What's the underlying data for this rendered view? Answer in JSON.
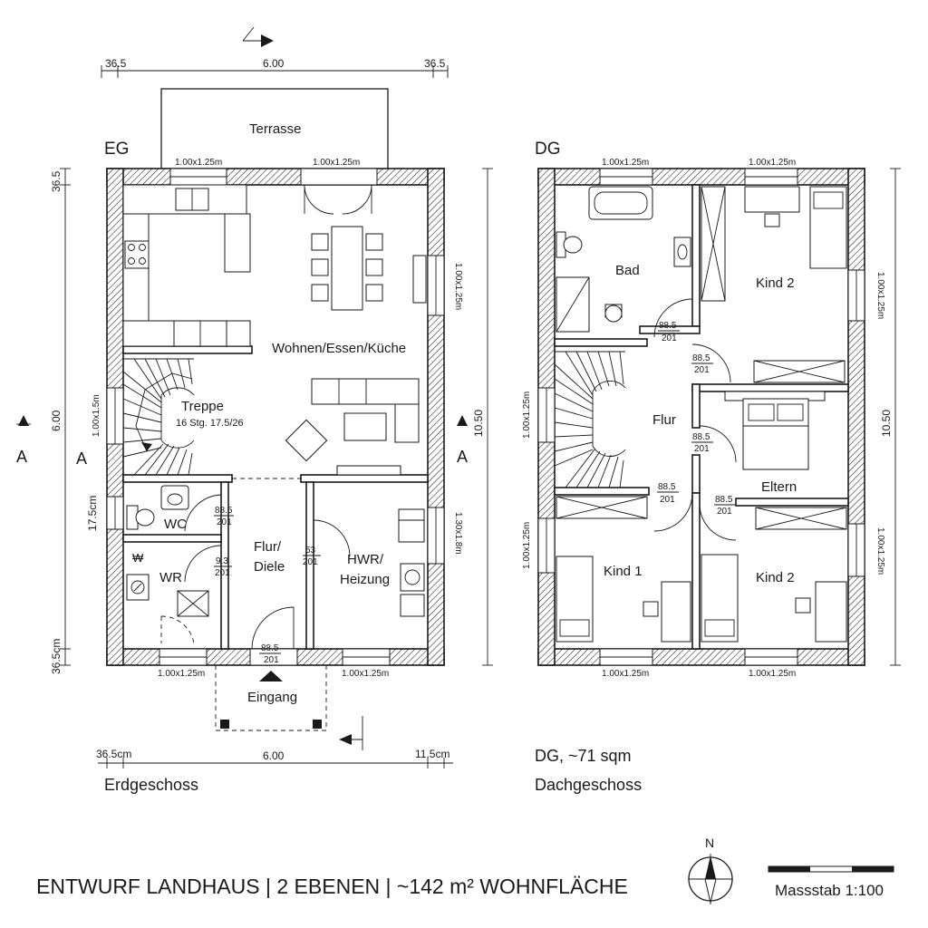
{
  "section_label": "A",
  "north_label": "N",
  "title": "ENTWURF LANDHAUS | 2 EBENEN | ~142 m² WOHNFLÄCHE",
  "scale_label": "Massstab 1:100",
  "eg": {
    "label": "EG",
    "caption": "Erdgeschoss",
    "dims": {
      "top_left": "36.5",
      "top_mid": "6.00",
      "top_right": "36.5",
      "left_top": "36.5",
      "left_mid": "6.00",
      "left_wc": "17.5cm",
      "left_bottom": "36.5cm",
      "height": "10.50",
      "bottom_left": "36.5cm",
      "bottom_mid": "6.00",
      "bottom_right": "11.5cm"
    },
    "windows": {
      "top_left": "1.00x1.25m",
      "top_right": "1.00x1.25m",
      "right_upper": "1.00x1.25m",
      "right_lower": "1.30x1.8m",
      "left_stair": "1.00x1.5m",
      "bottom_left": "1.00x1.25m",
      "bottom_right": "1.00x1.25m"
    },
    "rooms": {
      "terrace": "Terrasse",
      "living": "Wohnen/Essen/Küche",
      "stair_name": "Treppe",
      "stair_info": "16 Stg. 17.5/26",
      "wc": "WC",
      "wr": "WR",
      "hall_1": "Flur/",
      "hall_2": "Diele",
      "hwr_1": "HWR/",
      "hwr_2": "Heizung",
      "entrance": "Eingang"
    },
    "doors": {
      "wc_top": "88.5",
      "wc_bot": "201",
      "wr_top": "9.3",
      "wr_bot": "201",
      "hwr_top": "53",
      "hwr_bot": "201",
      "entry_top": "88.5",
      "entry_bot": "201"
    }
  },
  "dg": {
    "label": "DG",
    "caption_area": "DG, ~71 sqm",
    "caption": "Dachgeschoss",
    "dims": {
      "height": "10.50"
    },
    "windows": {
      "top_left": "1.00x1.25m",
      "top_right": "1.00x1.25m",
      "right_upper": "1.00x1.25m",
      "right_lower": "1.00x1.25m",
      "left_upper": "1.00x1.25m",
      "left_lower": "1.00x1.25m",
      "bottom_left": "1.00x1.25m",
      "bottom_right": "1.00x1.25m"
    },
    "rooms": {
      "bath": "Bad",
      "kind2_top": "Kind 2",
      "hall": "Flur",
      "parents": "Eltern",
      "kind1": "Kind 1",
      "kind2_bottom": "Kind 2"
    },
    "doors": {
      "bath_top": "88.5",
      "bath_bot": "201",
      "k2_top": "88.5",
      "k2_bot": "201",
      "eltern_top": "88.5",
      "eltern_bot": "201",
      "k1_top": "88.5",
      "k1_bot": "201",
      "k2b_top": "88.5",
      "k2b_bot": "201"
    }
  }
}
